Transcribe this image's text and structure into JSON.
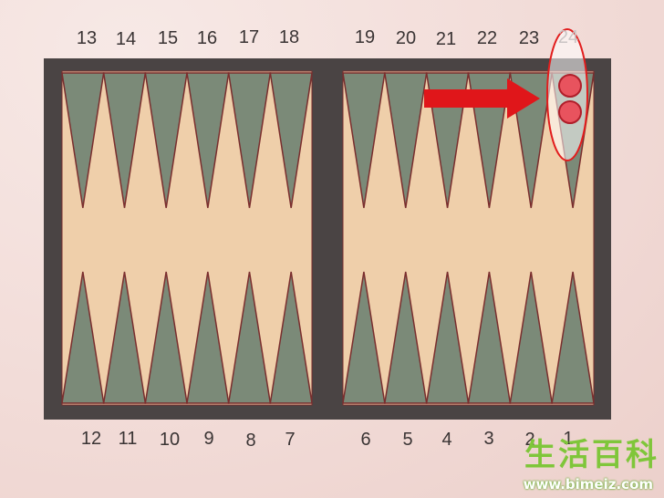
{
  "board": {
    "frame_color": "#4a4444",
    "surface_color": "#efcfaa",
    "point_color": "#7b8a78",
    "point_edge_color": "#7a2e2e"
  },
  "top_labels": [
    "13",
    "14",
    "15",
    "16",
    "17",
    "18",
    "19",
    "20",
    "21",
    "22",
    "23",
    "24"
  ],
  "bottom_labels": [
    "12",
    "11",
    "10",
    "9",
    "8",
    "7",
    "6",
    "5",
    "4",
    "3",
    "2",
    "1"
  ],
  "checkers": {
    "point": "24",
    "count": 2,
    "color": "#e8535e"
  },
  "arrow": {
    "direction": "right",
    "color": "#e0161a"
  },
  "highlight": {
    "point": "24",
    "color": "#e21d1d"
  },
  "watermark": {
    "logo_chars": [
      "生",
      "活",
      "百",
      "科"
    ],
    "url": "www.bimeiz.com"
  }
}
